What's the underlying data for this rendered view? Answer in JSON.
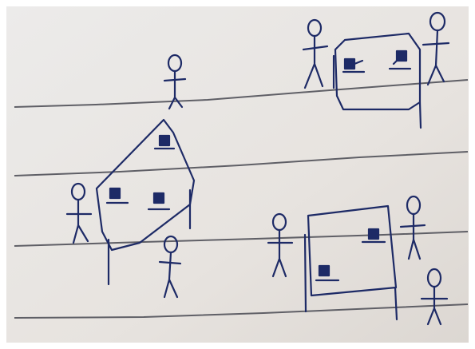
{
  "scene": {
    "description_kind": "hand-drawn sketch on lined notebook paper",
    "groups": [
      {
        "name": "top-right-cluster",
        "tables": 1,
        "laptops": 2,
        "people": 2
      },
      {
        "name": "left-diagonal-cluster",
        "tables": 1,
        "laptops": 3,
        "people": 3
      },
      {
        "name": "bottom-right-cluster",
        "tables": 1,
        "laptops": 2,
        "people": 3
      }
    ]
  },
  "colors": {
    "paper": "#e9e6e3",
    "paper_shadow": "#d7d3cf",
    "ruled_line": "#5f5f66",
    "ink": "#1d2a66",
    "ink_dark": "#121b4a",
    "frame": "#ffffff"
  }
}
